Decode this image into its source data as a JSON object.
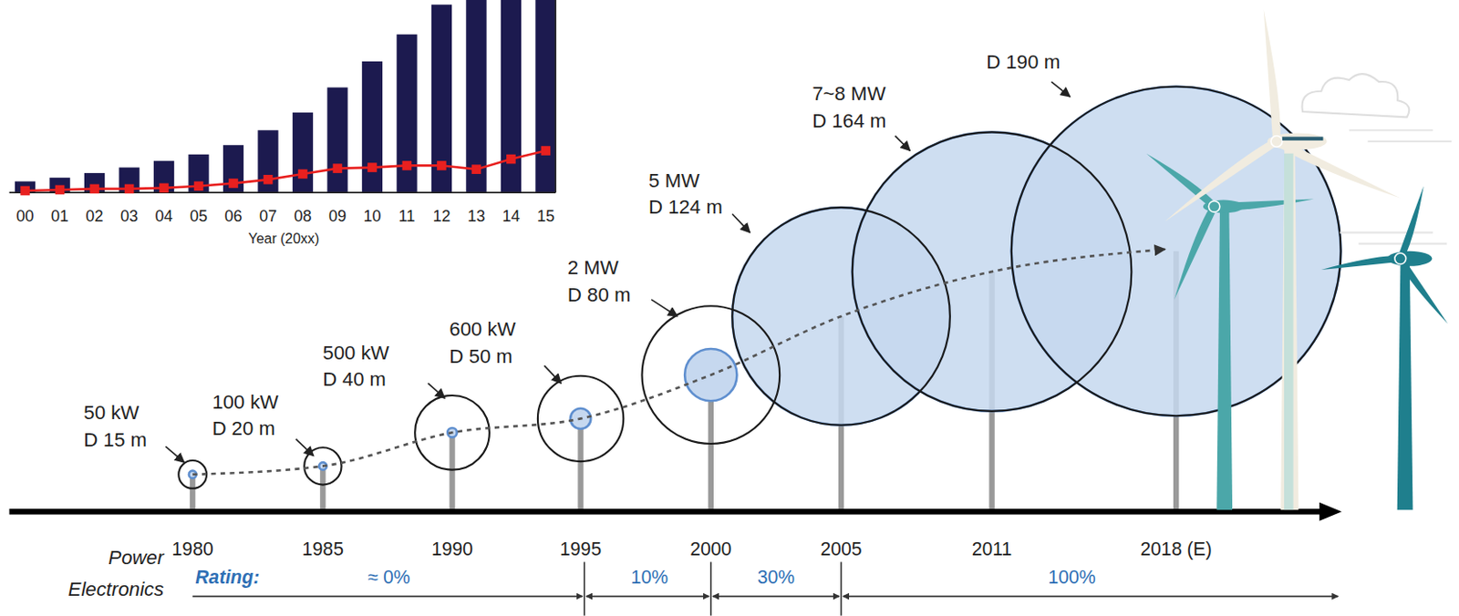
{
  "diagram": {
    "labels": [
      "00",
      "01",
      "02",
      "03",
      "04",
      "05",
      "06",
      "07",
      "08",
      "09",
      "10",
      "11",
      "12",
      "13",
      "14",
      "15",
      "Year (20xx)",
      "50 kW D 15 m",
      "100 kW D 20 m",
      "500 kW D 40 m",
      "600 kW D 50 m",
      "2 MW D 80 m",
      "5 MW D 124 m",
      "7~8 MW D 164 m",
      "D 190 m",
      "1980",
      "1985",
      "1990",
      "1995",
      "2000",
      "2005",
      "2011",
      "2018 (E)",
      "Power Electronics",
      "Rating:",
      "≈ 0%",
      "10%",
      "30%",
      "100%"
    ]
  }
}
